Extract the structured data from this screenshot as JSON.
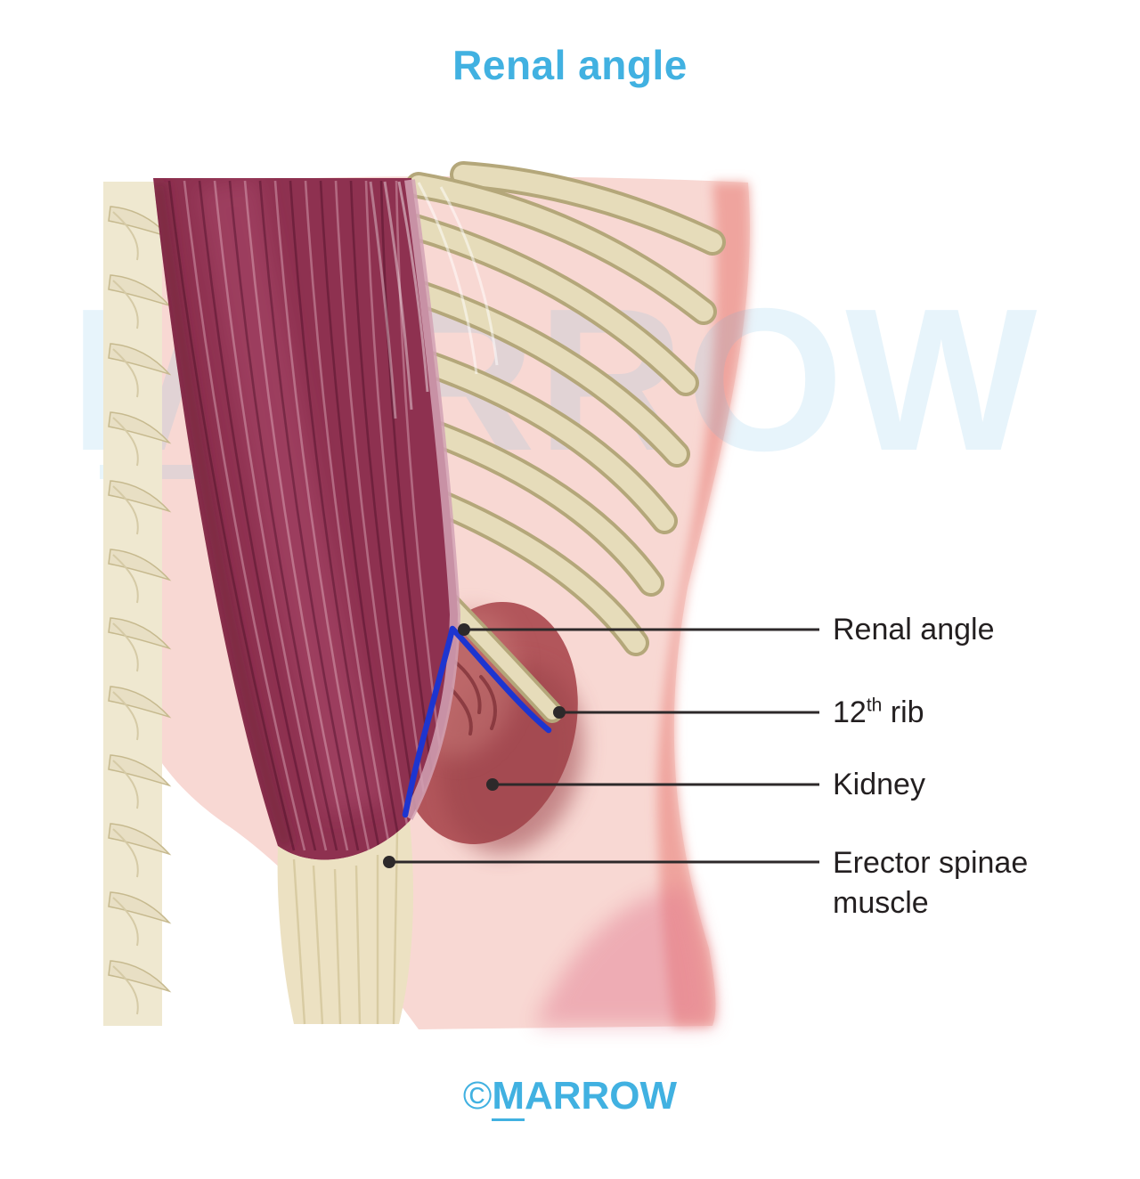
{
  "title": "Renal angle",
  "watermark_text": "MARROW",
  "labels": [
    {
      "text": "Renal angle"
    },
    {
      "prefix": "12",
      "sup": "th",
      "suffix": " rib"
    },
    {
      "text": "Kidney"
    },
    {
      "text": "Erector spinae muscle"
    }
  ],
  "footer": {
    "symbol": "©",
    "brand_first": "M",
    "brand_rest": "ARROW"
  },
  "colors": {
    "title_blue": "#41b1e1",
    "label_text": "#231f20",
    "leader_line": "#2d292a",
    "renal_angle_line": "#1d35d0",
    "muscle_dark": "#8e3150",
    "muscle_highlight": "#a8476a",
    "bone_cream": "#e6dcba",
    "bone_outline": "#b4a77a",
    "skin_pink": "#f8d8d3",
    "skin_edge": "#efa49e",
    "kidney_red": "#b2565b",
    "tendon_cream": "#ece1c2",
    "watermark_blue": "#64b9e6"
  }
}
